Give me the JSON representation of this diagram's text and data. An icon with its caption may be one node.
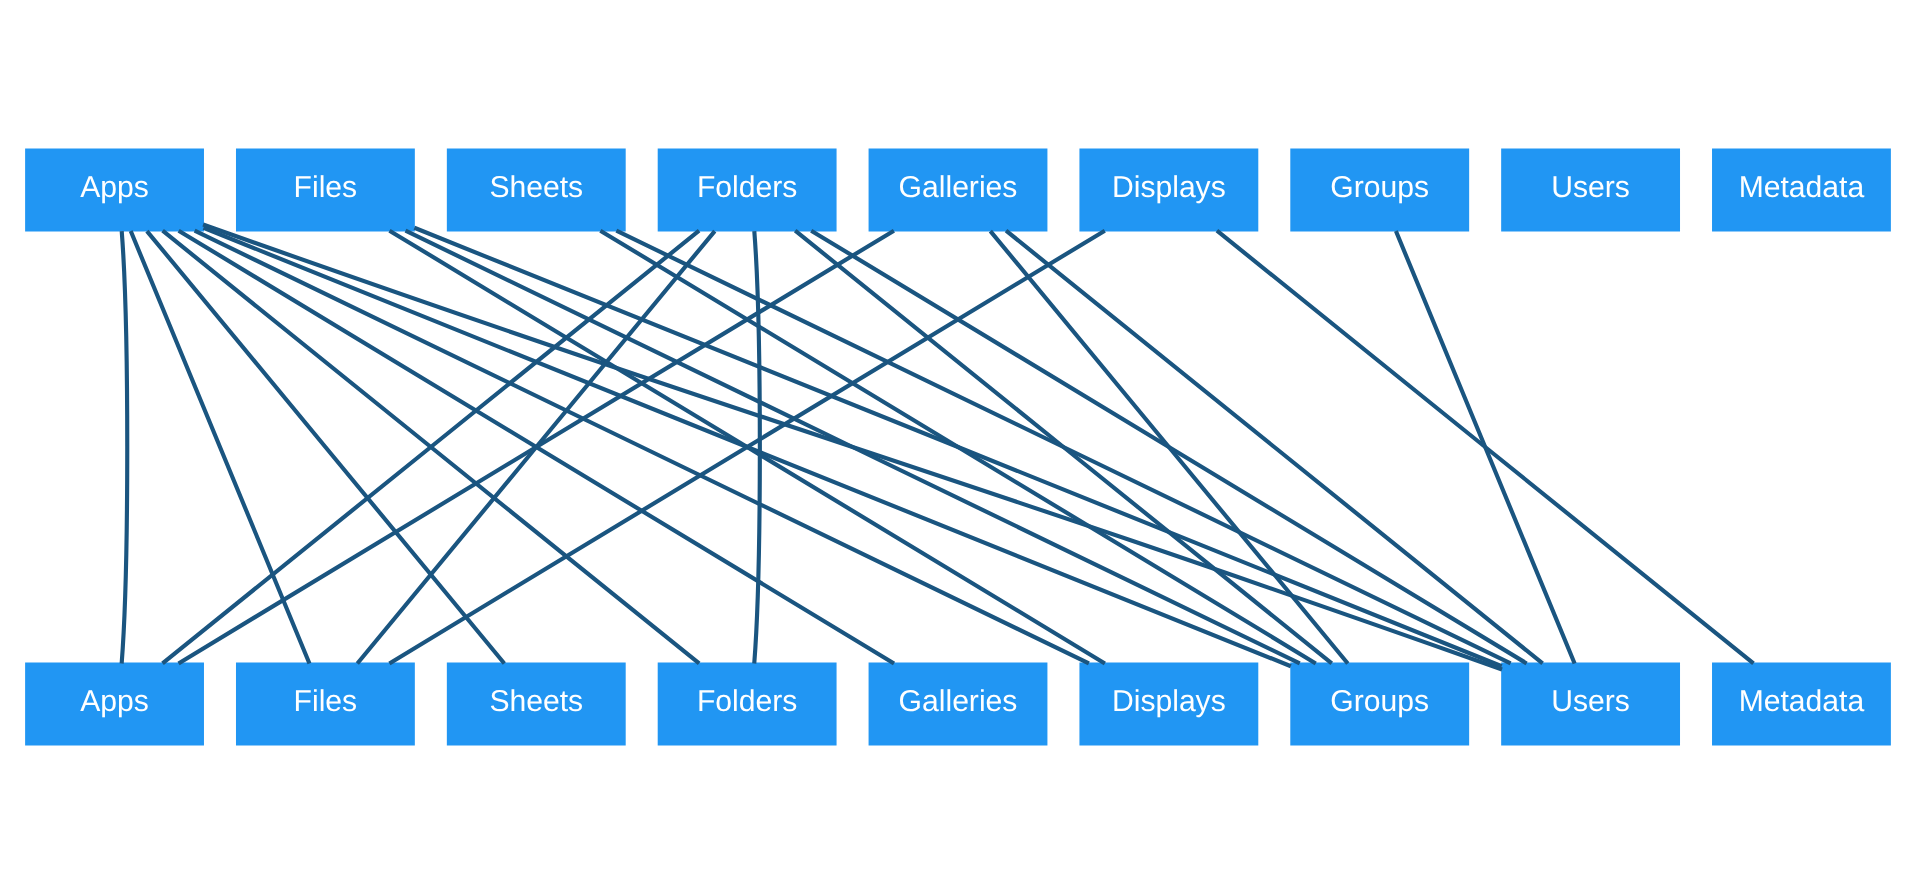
{
  "diagram": {
    "nodes": [
      {
        "text": [
          "Apps"
        ]
      },
      {
        "text": [
          "Files"
        ]
      },
      {
        "text": [
          "Sheets"
        ]
      },
      {
        "text": [
          "Folders"
        ]
      },
      {
        "text": [
          "Galleries"
        ]
      },
      {
        "text": [
          "Displays"
        ]
      },
      {
        "text": [
          "Groups"
        ]
      },
      {
        "text": [
          "Users"
        ]
      },
      {
        "text": [
          "Metadata"
        ]
      },
      {
        "text": [
          "Apps"
        ]
      },
      {
        "text": [
          "Files"
        ]
      },
      {
        "text": [
          "Sheets"
        ]
      },
      {
        "text": [
          "Folders"
        ]
      },
      {
        "text": [
          "Galleries"
        ]
      },
      {
        "text": [
          "Displays"
        ]
      },
      {
        "text": [
          "Groups"
        ]
      },
      {
        "text": [
          "Users"
        ]
      },
      {
        "text": [
          "Metadata"
        ]
      }
    ],
    "edges": [
      {
        "from": 0,
        "to": 9,
        "arrow": "none"
      },
      {
        "from": 0,
        "to": 10,
        "arrow": "none"
      },
      {
        "from": 0,
        "to": 11,
        "arrow": "none"
      },
      {
        "from": 0,
        "to": 12,
        "arrow": "none"
      },
      {
        "from": 0,
        "to": 13,
        "arrow": "none"
      },
      {
        "from": 0,
        "to": 14,
        "arrow": "none"
      },
      {
        "from": 0,
        "to": 15,
        "arrow": "none"
      },
      {
        "from": 0,
        "to": 16,
        "arrow": "none"
      },
      {
        "from": 1,
        "to": 14,
        "arrow": "none"
      },
      {
        "from": 1,
        "to": 15,
        "arrow": "none"
      },
      {
        "from": 1,
        "to": 16,
        "arrow": "none"
      },
      {
        "from": 2,
        "to": 15,
        "arrow": "none"
      },
      {
        "from": 2,
        "to": 16,
        "arrow": "none"
      },
      {
        "from": 3,
        "to": 9,
        "arrow": "none"
      },
      {
        "from": 3,
        "to": 10,
        "arrow": "none"
      },
      {
        "from": 3,
        "to": 12,
        "arrow": "none"
      },
      {
        "from": 3,
        "to": 15,
        "arrow": "none"
      },
      {
        "from": 3,
        "to": 16,
        "arrow": "none"
      },
      {
        "from": 4,
        "to": 9,
        "arrow": "none"
      },
      {
        "from": 4,
        "to": 15,
        "arrow": "none"
      },
      {
        "from": 4,
        "to": 16,
        "arrow": "none"
      },
      {
        "from": 5,
        "to": 10,
        "arrow": "none"
      },
      {
        "from": 5,
        "to": 17,
        "arrow": "none"
      },
      {
        "from": 6,
        "to": 16,
        "arrow": "none"
      }
    ]
  }
}
